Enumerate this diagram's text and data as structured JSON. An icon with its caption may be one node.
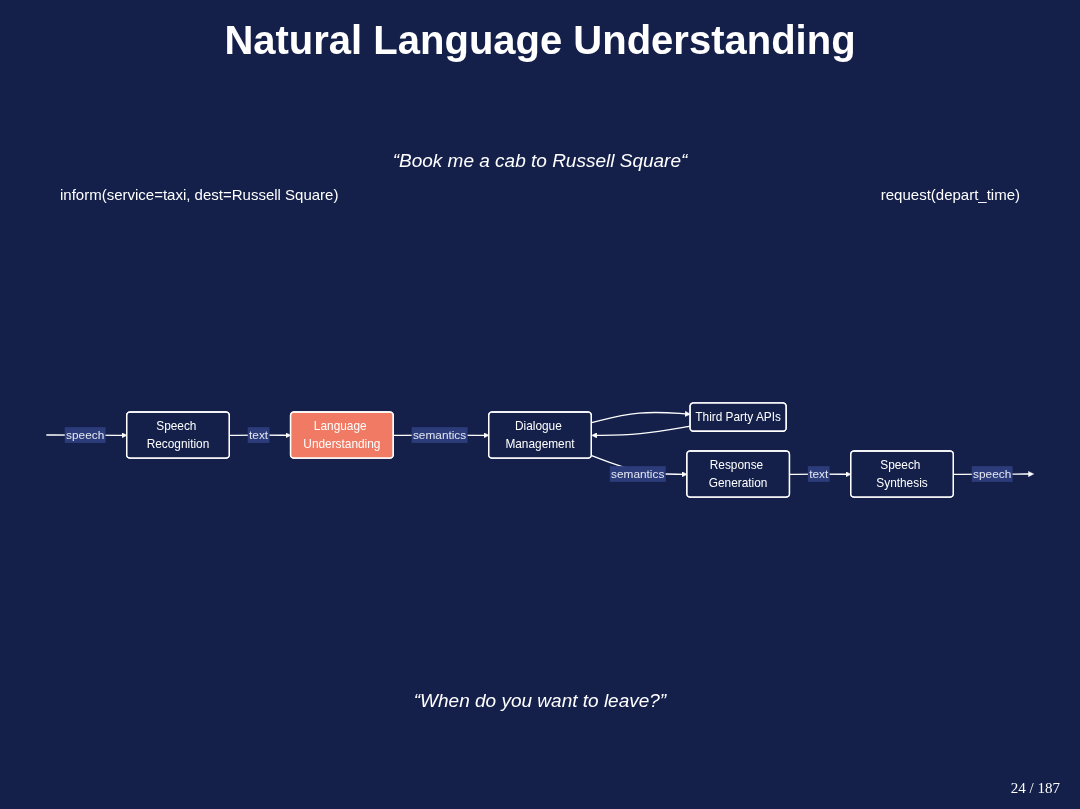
{
  "diagram": {
    "title": "Natural Language Understanding",
    "nodes": [
      {
        "text": [
          "Speech Recognition"
        ]
      },
      {
        "text": [
          "Language Understanding"
        ]
      },
      {
        "text": [
          "Dialogue Management"
        ]
      },
      {
        "text": [
          "Third Party APIs"
        ]
      },
      {
        "text": [
          "Response Generation"
        ]
      },
      {
        "text": [
          "Speech Synthesis"
        ]
      }
    ],
    "edges": [
      {
        "from": null,
        "to": 0,
        "arrow": "to",
        "label": "speech"
      },
      {
        "from": 0,
        "to": 1,
        "arrow": "to",
        "label": "text"
      },
      {
        "from": 1,
        "to": 2,
        "arrow": "to",
        "label": "semantics"
      },
      {
        "from": 2,
        "to": 3,
        "arrow": "to"
      },
      {
        "from": 3,
        "to": 2,
        "arrow": "to"
      },
      {
        "from": 2,
        "to": 4,
        "arrow": "to",
        "label": "semantics"
      },
      {
        "from": 4,
        "to": 5,
        "arrow": "to",
        "label": "text"
      },
      {
        "from": 5,
        "to": null,
        "arrow": "to",
        "label": "speech"
      }
    ],
    "labels": [
      "“Book me a cab to Russell Square“",
      "inform(service=taxi, dest=Russell Square)",
      "request(depart_time)",
      "“When do you want to leave?”",
      "24 / 187"
    ]
  }
}
